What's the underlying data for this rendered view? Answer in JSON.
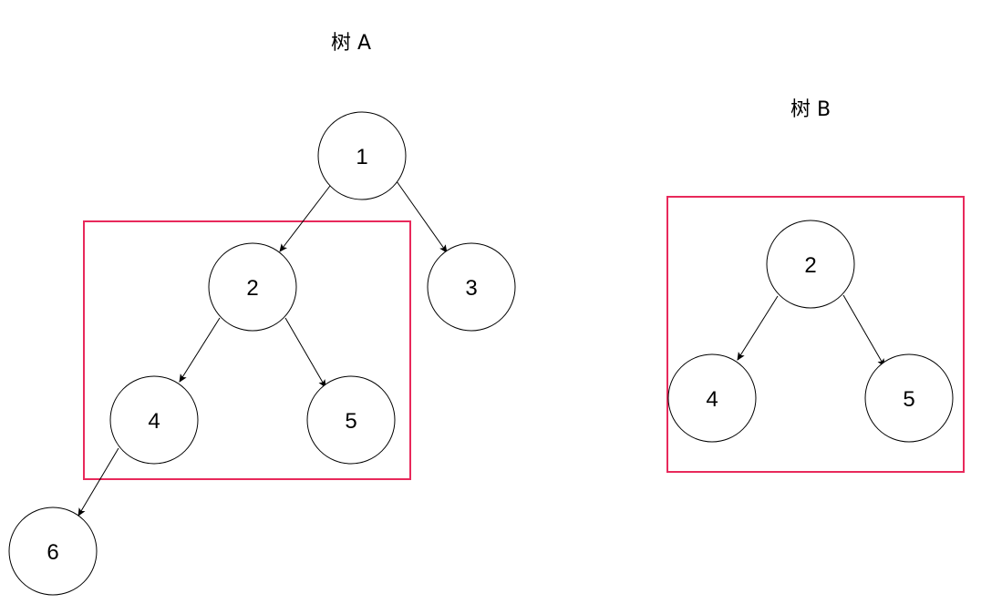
{
  "tree_a": {
    "title": "树 A",
    "nodes": {
      "n1": "1",
      "n2": "2",
      "n3": "3",
      "n4": "4",
      "n5": "5",
      "n6": "6"
    }
  },
  "tree_b": {
    "title": "树 B",
    "nodes": {
      "n2": "2",
      "n4": "4",
      "n5": "5"
    }
  },
  "colors": {
    "highlight": "#e8295b",
    "node_stroke": "#000000",
    "background": "#ffffff"
  }
}
